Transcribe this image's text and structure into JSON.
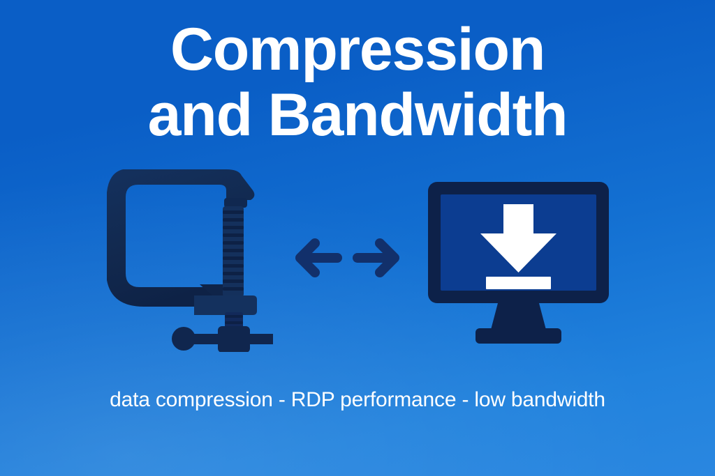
{
  "slide": {
    "title_line_1": "Compression",
    "title_line_2": "and Bandwidth",
    "subtitle": "data compression - RDP performance - low bandwidth"
  },
  "colors": {
    "background_top": "#0a5ec6",
    "background_bottom": "#2a87e0",
    "title_text": "#ffffff",
    "subtitle_text": "#ffffff",
    "icon_navy": "#122a52",
    "icon_navy_dark": "#0d2149",
    "screen_blue": "#0c3d91",
    "screen_arrow": "#ffffff",
    "connector_arrow": "#12306b"
  },
  "icons": {
    "clamp": "c-clamp-icon",
    "connector": "bidirectional-arrow-icon",
    "monitor": "monitor-download-icon",
    "download_arrow": "download-arrow-icon",
    "arrow_left": "arrow-left-icon",
    "arrow_right": "arrow-right-icon"
  }
}
